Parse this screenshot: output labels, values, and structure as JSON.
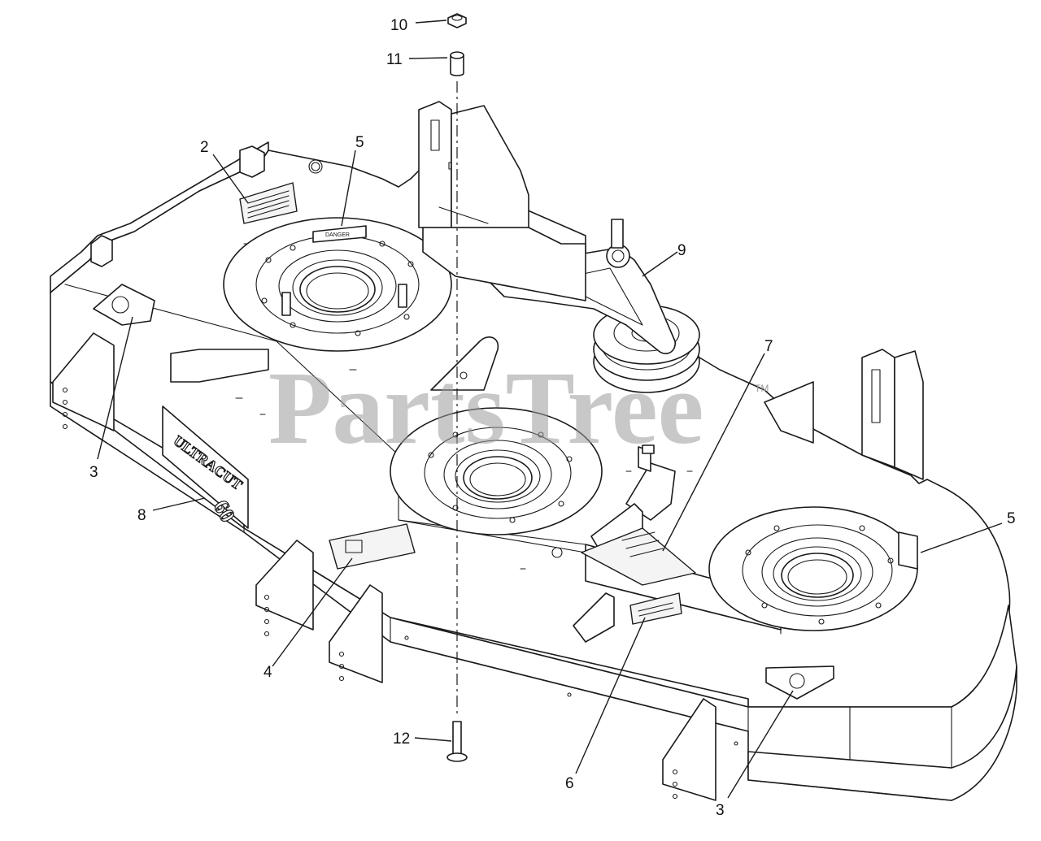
{
  "watermark": {
    "text": "PartsTree",
    "tm": "TM"
  },
  "decals": {
    "danger": "DANGER",
    "brand_main": "ULTRACUT",
    "brand_size": "60"
  },
  "callouts": [
    {
      "id": "callout-10",
      "label": "10"
    },
    {
      "id": "callout-11",
      "label": "11"
    },
    {
      "id": "callout-2",
      "label": "2"
    },
    {
      "id": "callout-5-top",
      "label": "5"
    },
    {
      "id": "callout-9",
      "label": "9"
    },
    {
      "id": "callout-7",
      "label": "7"
    },
    {
      "id": "callout-3-left",
      "label": "3"
    },
    {
      "id": "callout-8",
      "label": "8"
    },
    {
      "id": "callout-5-right",
      "label": "5"
    },
    {
      "id": "callout-4",
      "label": "4"
    },
    {
      "id": "callout-6",
      "label": "6"
    },
    {
      "id": "callout-12",
      "label": "12"
    },
    {
      "id": "callout-3-bottom",
      "label": "3"
    }
  ],
  "colors": {
    "line": "#1a1a1a",
    "watermark": "#9a9a9a",
    "background": "#ffffff"
  }
}
